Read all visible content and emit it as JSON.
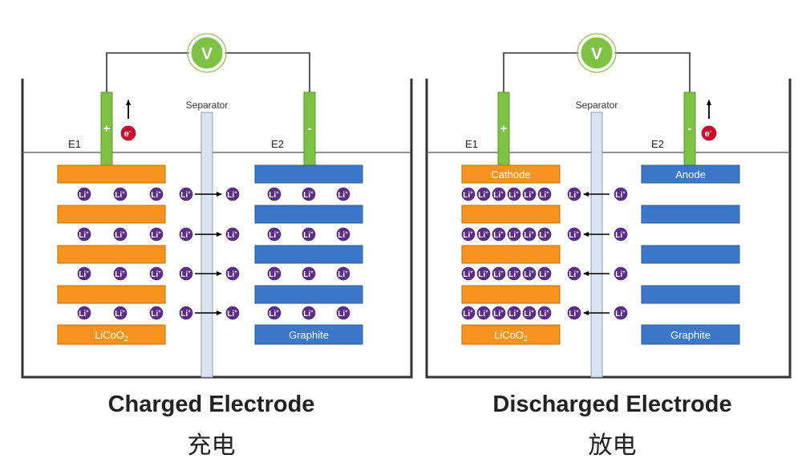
{
  "colors": {
    "orange": "#f7931e",
    "blue": "#3b78c9",
    "green_meter": "#7dc242",
    "electron_red": "#c8102e",
    "li_purple": "#5b2d86",
    "separator": "#d9e4f0",
    "tank_stroke": "#333333"
  },
  "panels": [
    {
      "id": "charged",
      "meter_label": "V",
      "separator_label": "Separator",
      "left_terminal": {
        "name": "E1",
        "sign": "+"
      },
      "right_terminal": {
        "name": "E2",
        "sign": "-"
      },
      "electron_label": "e-",
      "left_electrode_top_label": "",
      "right_electrode_top_label": "",
      "left_electrode_label": "LiCoO",
      "left_electrode_label_sub": "2",
      "right_electrode_label": "Graphite",
      "ion_label": "Li",
      "ion_charge": "+",
      "title": "Charged Electrode",
      "subtitle": "充电"
    },
    {
      "id": "discharged",
      "meter_label": "V",
      "separator_label": "Separator",
      "left_terminal": {
        "name": "E1",
        "sign": "+"
      },
      "right_terminal": {
        "name": "E2",
        "sign": "-"
      },
      "electron_label": "e-",
      "left_electrode_top_label": "Cathode",
      "right_electrode_top_label": "Anode",
      "left_electrode_label": "LiCoO",
      "left_electrode_label_sub": "2",
      "right_electrode_label": "Graphite",
      "ion_label": "Li",
      "ion_charge": "+",
      "title": "Discharged Electrode",
      "subtitle": "放电"
    }
  ]
}
